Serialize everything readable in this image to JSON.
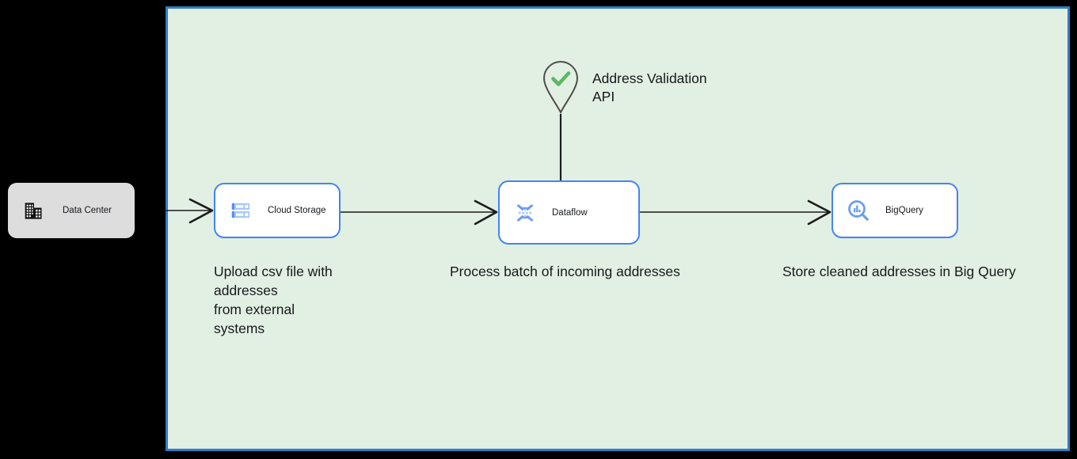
{
  "diagram": {
    "boundary": {
      "name": "cloud-platform-boundary",
      "fill_color": "#e2efe3",
      "border_color": "#2f7ec4"
    },
    "external_node": {
      "label": "Data Center",
      "icon": "data-center-building-icon",
      "fill_color": "#dddddd"
    },
    "nodes": [
      {
        "id": "cloud-storage",
        "label": "Cloud Storage",
        "icon": "cloud-storage-server-icon",
        "border_color": "#4285f4",
        "fill_color": "#ffffff"
      },
      {
        "id": "dataflow",
        "label": "Dataflow",
        "icon": "dataflow-bowtie-icon",
        "border_color": "#4285f4",
        "fill_color": "#ffffff"
      },
      {
        "id": "bigquery",
        "label": "BigQuery",
        "icon": "bigquery-magnifier-icon",
        "border_color": "#4285f4",
        "fill_color": "#ffffff"
      }
    ],
    "api_marker": {
      "label": "Address Validation\nAPI",
      "icon": "map-pin-check-icon",
      "pin_stroke_color": "#4d4d4d",
      "check_color": "#5cb860"
    },
    "captions": {
      "storage": "Upload csv file with\naddresses\nfrom external\nsystems",
      "dataflow": "Process batch of incoming addresses",
      "bigquery": "Store cleaned addresses in Big Query"
    },
    "connectors": [
      {
        "id": "datacenter-to-storage",
        "from": "Data Center",
        "to": "Cloud Storage",
        "arrow": true
      },
      {
        "id": "storage-to-dataflow",
        "from": "Cloud Storage",
        "to": "Dataflow",
        "arrow": true
      },
      {
        "id": "dataflow-to-bigquery",
        "from": "Dataflow",
        "to": "BigQuery",
        "arrow": true
      },
      {
        "id": "api-to-dataflow",
        "from": "Address Validation API",
        "to": "Dataflow",
        "arrow": false
      }
    ]
  }
}
